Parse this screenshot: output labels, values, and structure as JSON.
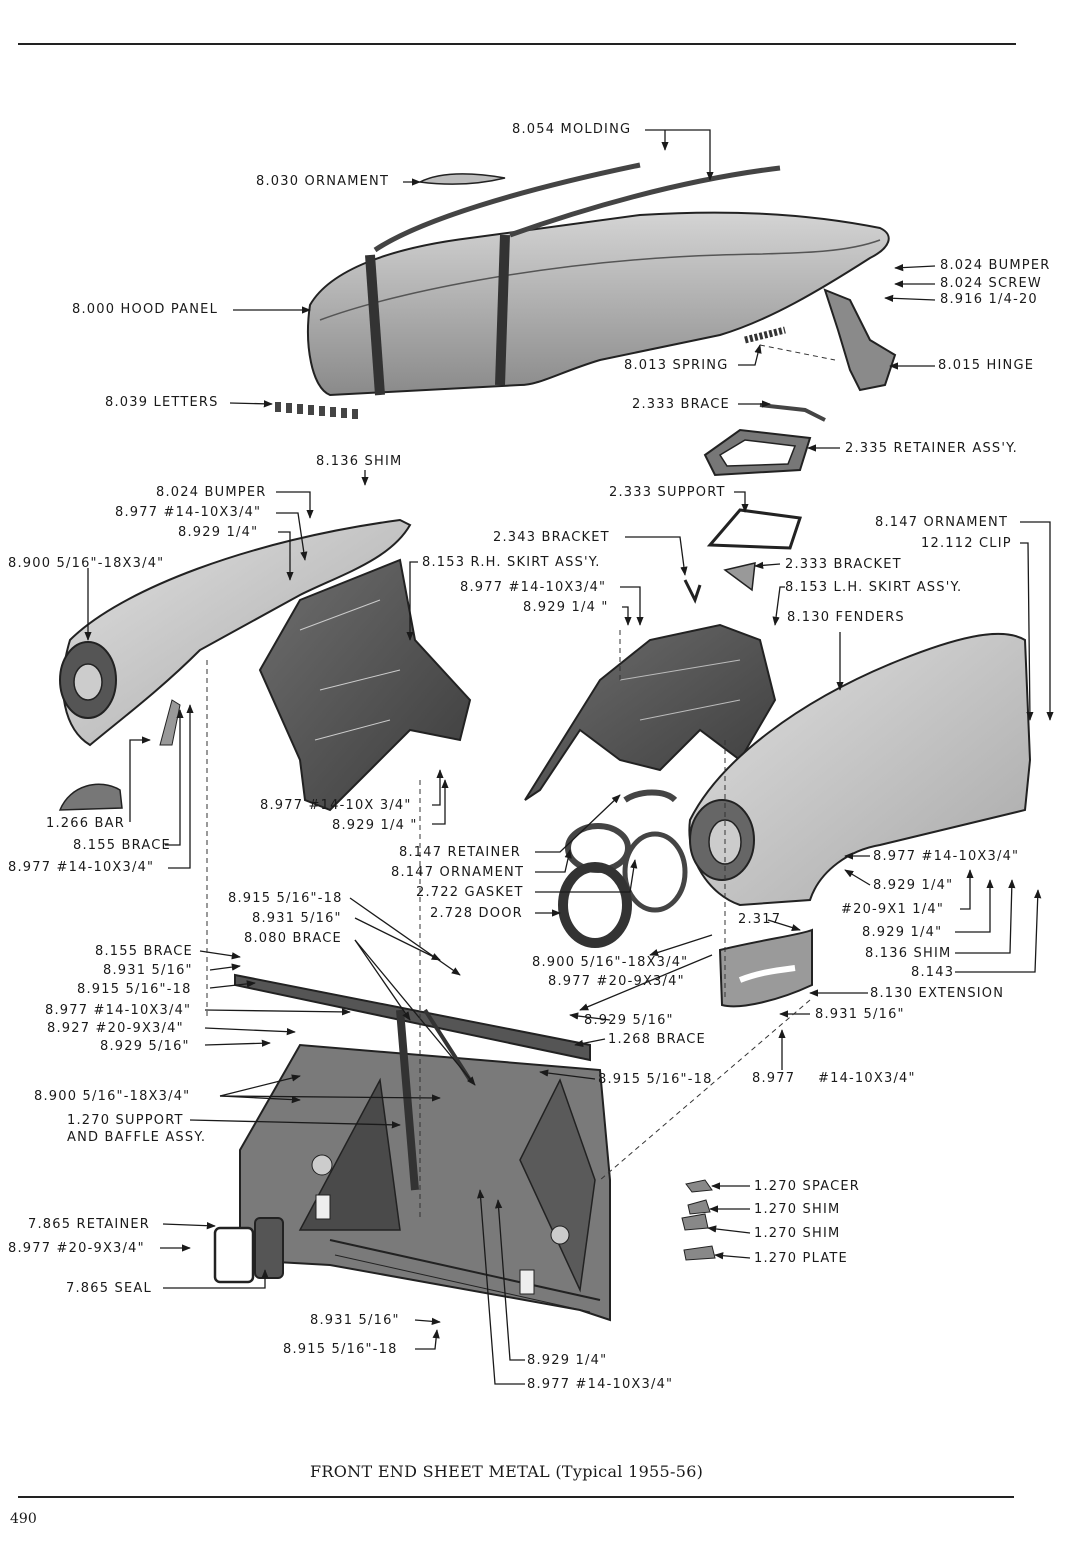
{
  "labels": {
    "molding": "8.054 MOLDING",
    "ornament_hood": "8.030 ORNAMENT",
    "hood_panel": "8.000 HOOD PANEL",
    "letters": "8.039 LETTERS",
    "bumper_r": "8.024 BUMPER",
    "screw_r": "8.024 SCREW",
    "bolt_r": "8.916 1/4-20",
    "spring": "8.013 SPRING",
    "hinge": "8.015 HINGE",
    "brace_2333": "2.333 BRACE",
    "retainer_2335": "2.335 RETAINER ASS'Y.",
    "shim_8136": "8.136 SHIM",
    "bumper_l": "8.024 BUMPER",
    "screw_l1": "8.977 #14-10X3/4\"",
    "nut_l1": "8.929 1/4\"",
    "bolt_l1": "8.900 5/16\"-18X3/4\"",
    "support_2333": "2.333 SUPPORT",
    "bracket_2343": "2.343 BRACKET",
    "rh_skirt": "8.153 R.H. SKIRT ASS'Y.",
    "bracket_2333": "2.333 BRACKET",
    "lh_skirt": "8.153 L.H. SKIRT ASS'Y.",
    "ornament_8147": "8.147 ORNAMENT",
    "clip_12112": "12.112 CLIP",
    "screw_c1": "8.977 #14-10X3/4\"",
    "nut_c1": "8.929 1/4 \"",
    "fenders": "8.130 FENDERS",
    "screw_c2": "8.977 #14-10X 3/4\"",
    "nut_c2": "8.929 1/4 \"",
    "bar_1266": "1.266 BAR",
    "brace_8155a": "8.155 BRACE",
    "screw_l2": "8.977 #14-10X3/4\"",
    "retainer_8147": "8.147 RETAINER",
    "ornament_8147b": "8.147 ORNAMENT",
    "gasket": "2.722 GASKET",
    "door": "2.728 DOOR",
    "screw_r2": "8.977 #14-10X3/4\"",
    "nut_r2": "8.929 1/4\"",
    "screw_r3": "#20-9X1 1/4\"",
    "nut_r3": "8.929 1/4\"",
    "shim_r": "8.136 SHIM",
    "part_8143": "8.143",
    "extension": "8.130 EXTENSION",
    "part_2317": "2.317",
    "bolt_c3": "8.900 5/16\"-18X3/4\"",
    "screw_c3": "8.977 #20-9X3/4\"",
    "nut_c3": "8.929 5/16\"",
    "nut_r4": "8.931 5/16\"",
    "screw_r4": "8.977",
    "screw_r4b": "#14-10X3/4\"",
    "bolt_c4": "8.915 5/16\"-18",
    "nut_c4": "8.931 5/16\"",
    "brace_8080": "8.080 BRACE",
    "brace_8155b": "8.155 BRACE",
    "nut_l5": "8.931 5/16\"",
    "bolt_l5": "8.915 5/16\"-18",
    "screw_l5": "8.977 #14-10X3/4\"",
    "screw_l6": "8.927 #20-9X3/4\"",
    "nut_l6": "8.929 5/16\"",
    "brace_1268": "1.268 BRACE",
    "bolt_c5": "8.915 5/16\"-18",
    "bolt_l7": "8.900 5/16\"-18X3/4\"",
    "support_1270a": "1.270 SUPPORT",
    "support_1270b": "AND BAFFLE ASSY.",
    "spacer": "1.270 SPACER",
    "shim_1270a": "1.270 SHIM",
    "shim_1270b": "1.270 SHIM",
    "plate": "1.270 PLATE",
    "retainer_7865": "7.865 RETAINER",
    "screw_l8": "8.977 #20-9X3/4\"",
    "seal_7865": "7.865 SEAL",
    "nut_b1": "8.931 5/16\"",
    "bolt_b1": "8.915 5/16\"-18",
    "nut_b2": "8.929 1/4\"",
    "screw_b2": "8.977 #14-10X3/4\""
  },
  "caption": "FRONT END SHEET METAL (Typical 1955-56)",
  "page_number": "490",
  "colors": {
    "ink": "#1a1a1a",
    "part_fill": "#9a9a9a",
    "paper": "#ffffff"
  }
}
